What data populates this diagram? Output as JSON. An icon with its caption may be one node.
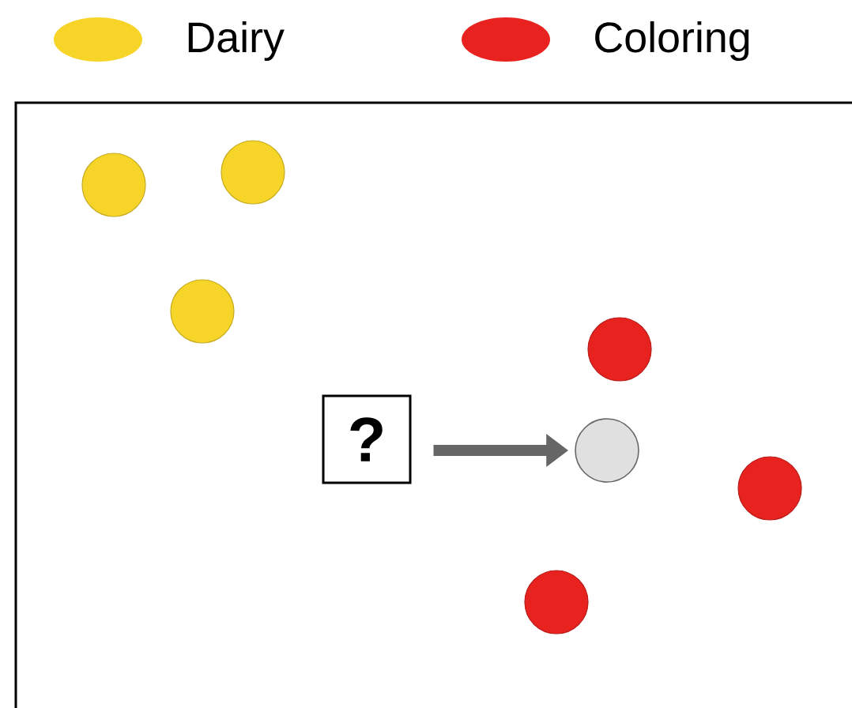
{
  "diagram": {
    "nodes": [
      {
        "text": [
          "?"
        ]
      },
      {
        "text": [],
        "shape": "circle"
      }
    ],
    "edges": [
      {
        "from": 0,
        "to": 1,
        "arrow": "to"
      }
    ],
    "legend": [
      {
        "text": "Dairy",
        "color": "#f7d528"
      },
      {
        "text": "Coloring",
        "color": "#e8231f"
      }
    ]
  }
}
